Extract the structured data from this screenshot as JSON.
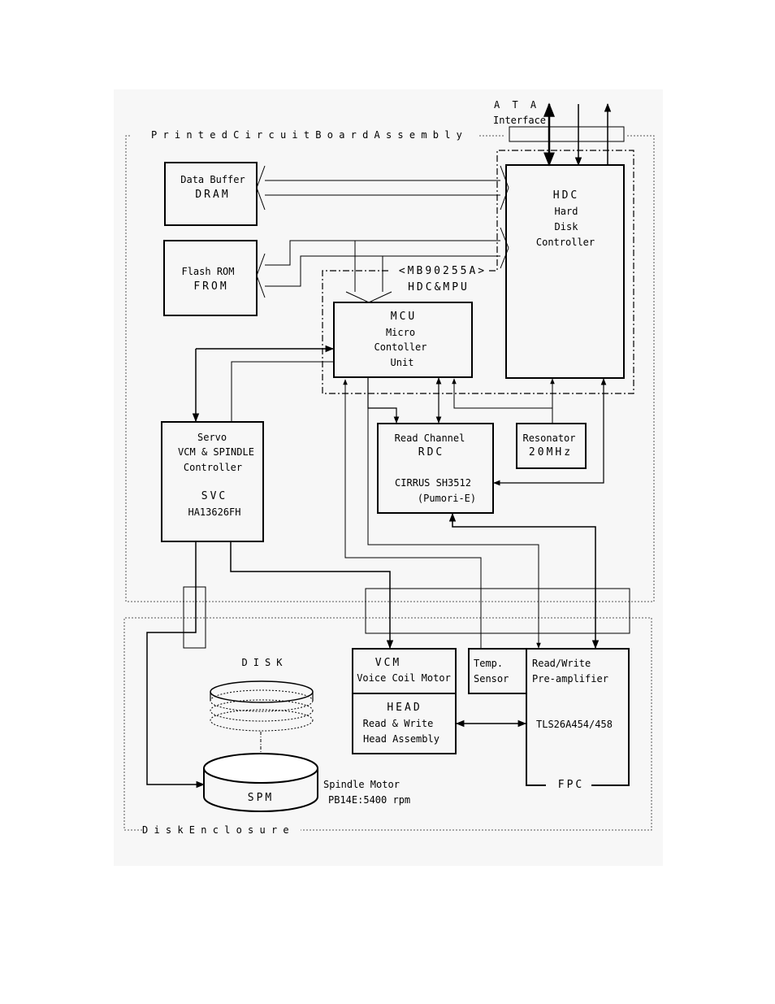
{
  "ata": {
    "title": "A T A",
    "subtitle": "Interface"
  },
  "pcb": {
    "label": "P r i n t e d   C i r c u i t   B o a r d   A s s e m b l y"
  },
  "enclosure": {
    "label": "D i s k   E n c l o s u r e"
  },
  "blocks": {
    "dram": {
      "line1": "Data Buffer",
      "line2": "DRAM"
    },
    "flash": {
      "line1": "Flash ROM",
      "line2": "FROM"
    },
    "hdc": {
      "line1": "HDC",
      "line2": "Hard",
      "line3": "Disk",
      "line4": "Controller"
    },
    "mb": {
      "line1": "<MB90255A>",
      "line2": "HDC&MPU"
    },
    "mcu": {
      "line1": "MCU",
      "line2": "Micro",
      "line3": "Contoller",
      "line4": "Unit"
    },
    "svc": {
      "line1": "Servo",
      "line2": "VCM & SPINDLE",
      "line3": "Controller",
      "line4": "SVC",
      "line5": "HA13626FH"
    },
    "rdc": {
      "line1": "Read Channel",
      "line2": "RDC",
      "line3": "CIRRUS SH3512",
      "line4": "(Pumori-E)"
    },
    "resonator": {
      "line1": "Resonator",
      "line2": "20MHz"
    },
    "vcm": {
      "line1": "VCM",
      "line2": "Voice Coil Motor"
    },
    "head": {
      "line1": "HEAD",
      "line2": "Read & Write",
      "line3": "Head Assembly"
    },
    "temp": {
      "line1": "Temp.",
      "line2": "Sensor"
    },
    "preamp": {
      "line1": "Read/Write",
      "line2": "Pre-amplifier",
      "line3": "TLS26A454/458",
      "line4": "FPC"
    },
    "disk": {
      "label": "DISK"
    },
    "spm": {
      "label": "SPM",
      "line1": "Spindle Motor",
      "line2": "PB14E:5400 rpm"
    }
  }
}
